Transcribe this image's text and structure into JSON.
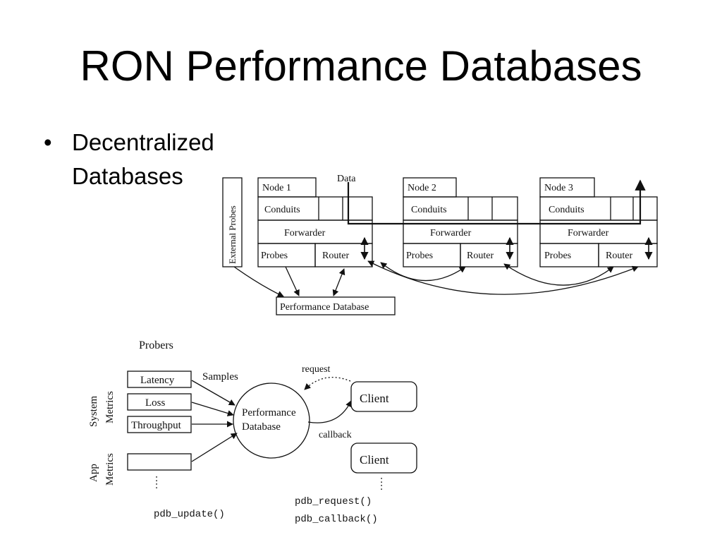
{
  "slide": {
    "title": "RON Performance Databases",
    "bullet": "Decentralized Databases"
  },
  "top_diagram": {
    "side_label": "External Probes",
    "data_label": "Data",
    "nodes": [
      {
        "name": "Node 1",
        "conduits": "Conduits",
        "forwarder": "Forwarder",
        "probes": "Probes",
        "router": "Router"
      },
      {
        "name": "Node 2",
        "conduits": "Conduits",
        "forwarder": "Forwarder",
        "probes": "Probes",
        "router": "Router"
      },
      {
        "name": "Node 3",
        "conduits": "Conduits",
        "forwarder": "Forwarder",
        "probes": "Probes",
        "router": "Router"
      }
    ],
    "database": "Performance Database"
  },
  "bottom_diagram": {
    "probers_label": "Probers",
    "system_metrics_label": [
      "System",
      "Metrics"
    ],
    "app_metrics_label": [
      "App",
      "Metrics"
    ],
    "probers": [
      "Latency",
      "Loss",
      "Throughput"
    ],
    "samples_label": "Samples",
    "database_lines": [
      "Performance",
      "Database"
    ],
    "request_label": "request",
    "callback_label": "callback",
    "clients": [
      "Client",
      "Client"
    ],
    "ellipsis": ":",
    "pdb_update": "pdb_update()",
    "pdb_request": "pdb_request()",
    "pdb_callback": "pdb_callback()"
  }
}
